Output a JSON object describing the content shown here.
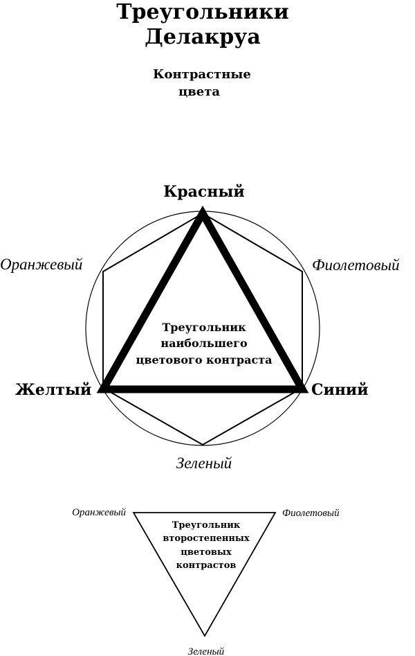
{
  "header": {
    "title_lines": [
      "Треугольники",
      "Делакруа"
    ],
    "subtitle_lines": [
      "Контрастные",
      "цвета"
    ]
  },
  "color_wheel": {
    "primaries": {
      "red": "Красный",
      "yellow": "Желтый",
      "blue": "Синий"
    },
    "secondaries": {
      "orange": "Оранжевый",
      "violet": "Фиолетовый",
      "green": "Зеленый"
    },
    "main_triangle_label_lines": [
      "Треугольник",
      "наибольшего",
      "цветового контраста"
    ]
  },
  "secondary_triangle": {
    "vertices": {
      "orange": "Оранжевый",
      "violet": "Фиолетовый",
      "green": "Зеленый"
    },
    "label_lines": [
      "Треугольник",
      "второстепенных",
      "цветовых",
      "контрастов"
    ]
  }
}
